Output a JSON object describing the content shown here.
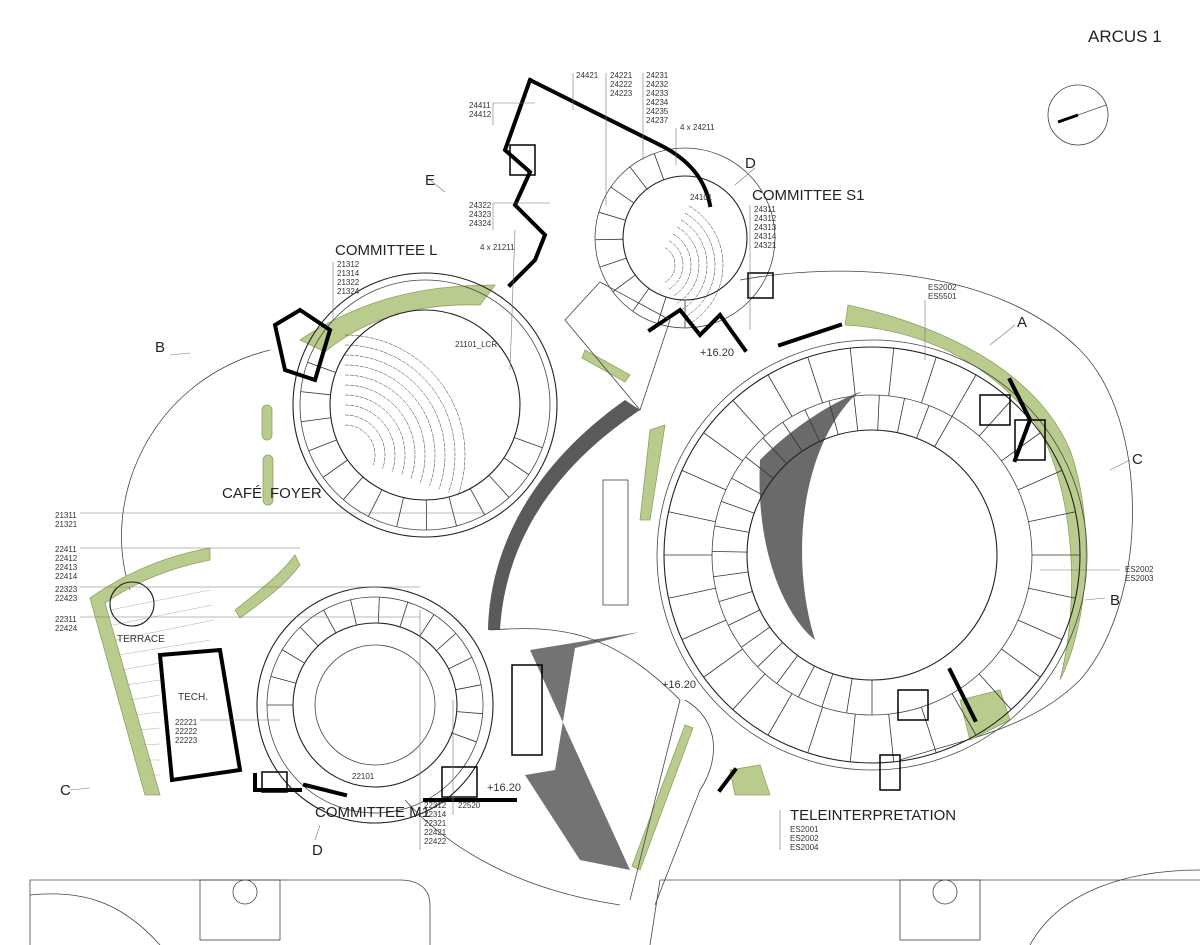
{
  "title": "ARCUS 1",
  "colors": {
    "planting": "#b9cc8e",
    "walls": "#000000",
    "ramp": "#555555"
  },
  "rooms": {
    "committee_l": "COMMITTEE L",
    "committee_s1": "COMMITTEE S1",
    "committee_m1": "COMMITTEE M1",
    "cafe": "CAFÉ",
    "foyer": "FOYER",
    "terrace": "TERRACE",
    "tech": "TECH.",
    "teleinterpretation": "TELEINTERPRETATION"
  },
  "levels": [
    "+16.20",
    "+16.20",
    "+16.20"
  ],
  "section_marks": [
    "A",
    "B",
    "B",
    "C",
    "C",
    "D",
    "D",
    "E"
  ],
  "room_codes": {
    "c24421": [
      "24421"
    ],
    "c24221": [
      "24221",
      "24222",
      "24223"
    ],
    "c24231": [
      "24231",
      "24232",
      "24233",
      "24234",
      "24235",
      "24237"
    ],
    "c24411": [
      "24411",
      "24412"
    ],
    "c4x24211": [
      "4 x 24211"
    ],
    "c24101": [
      "24101"
    ],
    "c24311": [
      "24311",
      "24312",
      "24313",
      "24314",
      "24321"
    ],
    "c24322": [
      "24322",
      "24323",
      "24324"
    ],
    "c4x21211": [
      "4 x 21211"
    ],
    "c21312": [
      "21312",
      "21314",
      "21322",
      "21324"
    ],
    "c21101": [
      "21101_LCR"
    ],
    "c21311": [
      "21311",
      "21321"
    ],
    "c22411": [
      "22411",
      "22412",
      "22413",
      "22414"
    ],
    "c22323": [
      "22323",
      "22423"
    ],
    "c22311": [
      "22311",
      "22424"
    ],
    "c22221": [
      "22221",
      "22222",
      "22223"
    ],
    "c22101": [
      "22101"
    ],
    "c22312": [
      "22312",
      "22314",
      "22321",
      "22421",
      "22422"
    ],
    "c22520": [
      "22520"
    ],
    "es_top": [
      "ES2002",
      "ES5501"
    ],
    "es_right": [
      "ES2002",
      "ES2003"
    ],
    "es_bottom": [
      "ES2001",
      "ES2002",
      "ES2004"
    ]
  }
}
